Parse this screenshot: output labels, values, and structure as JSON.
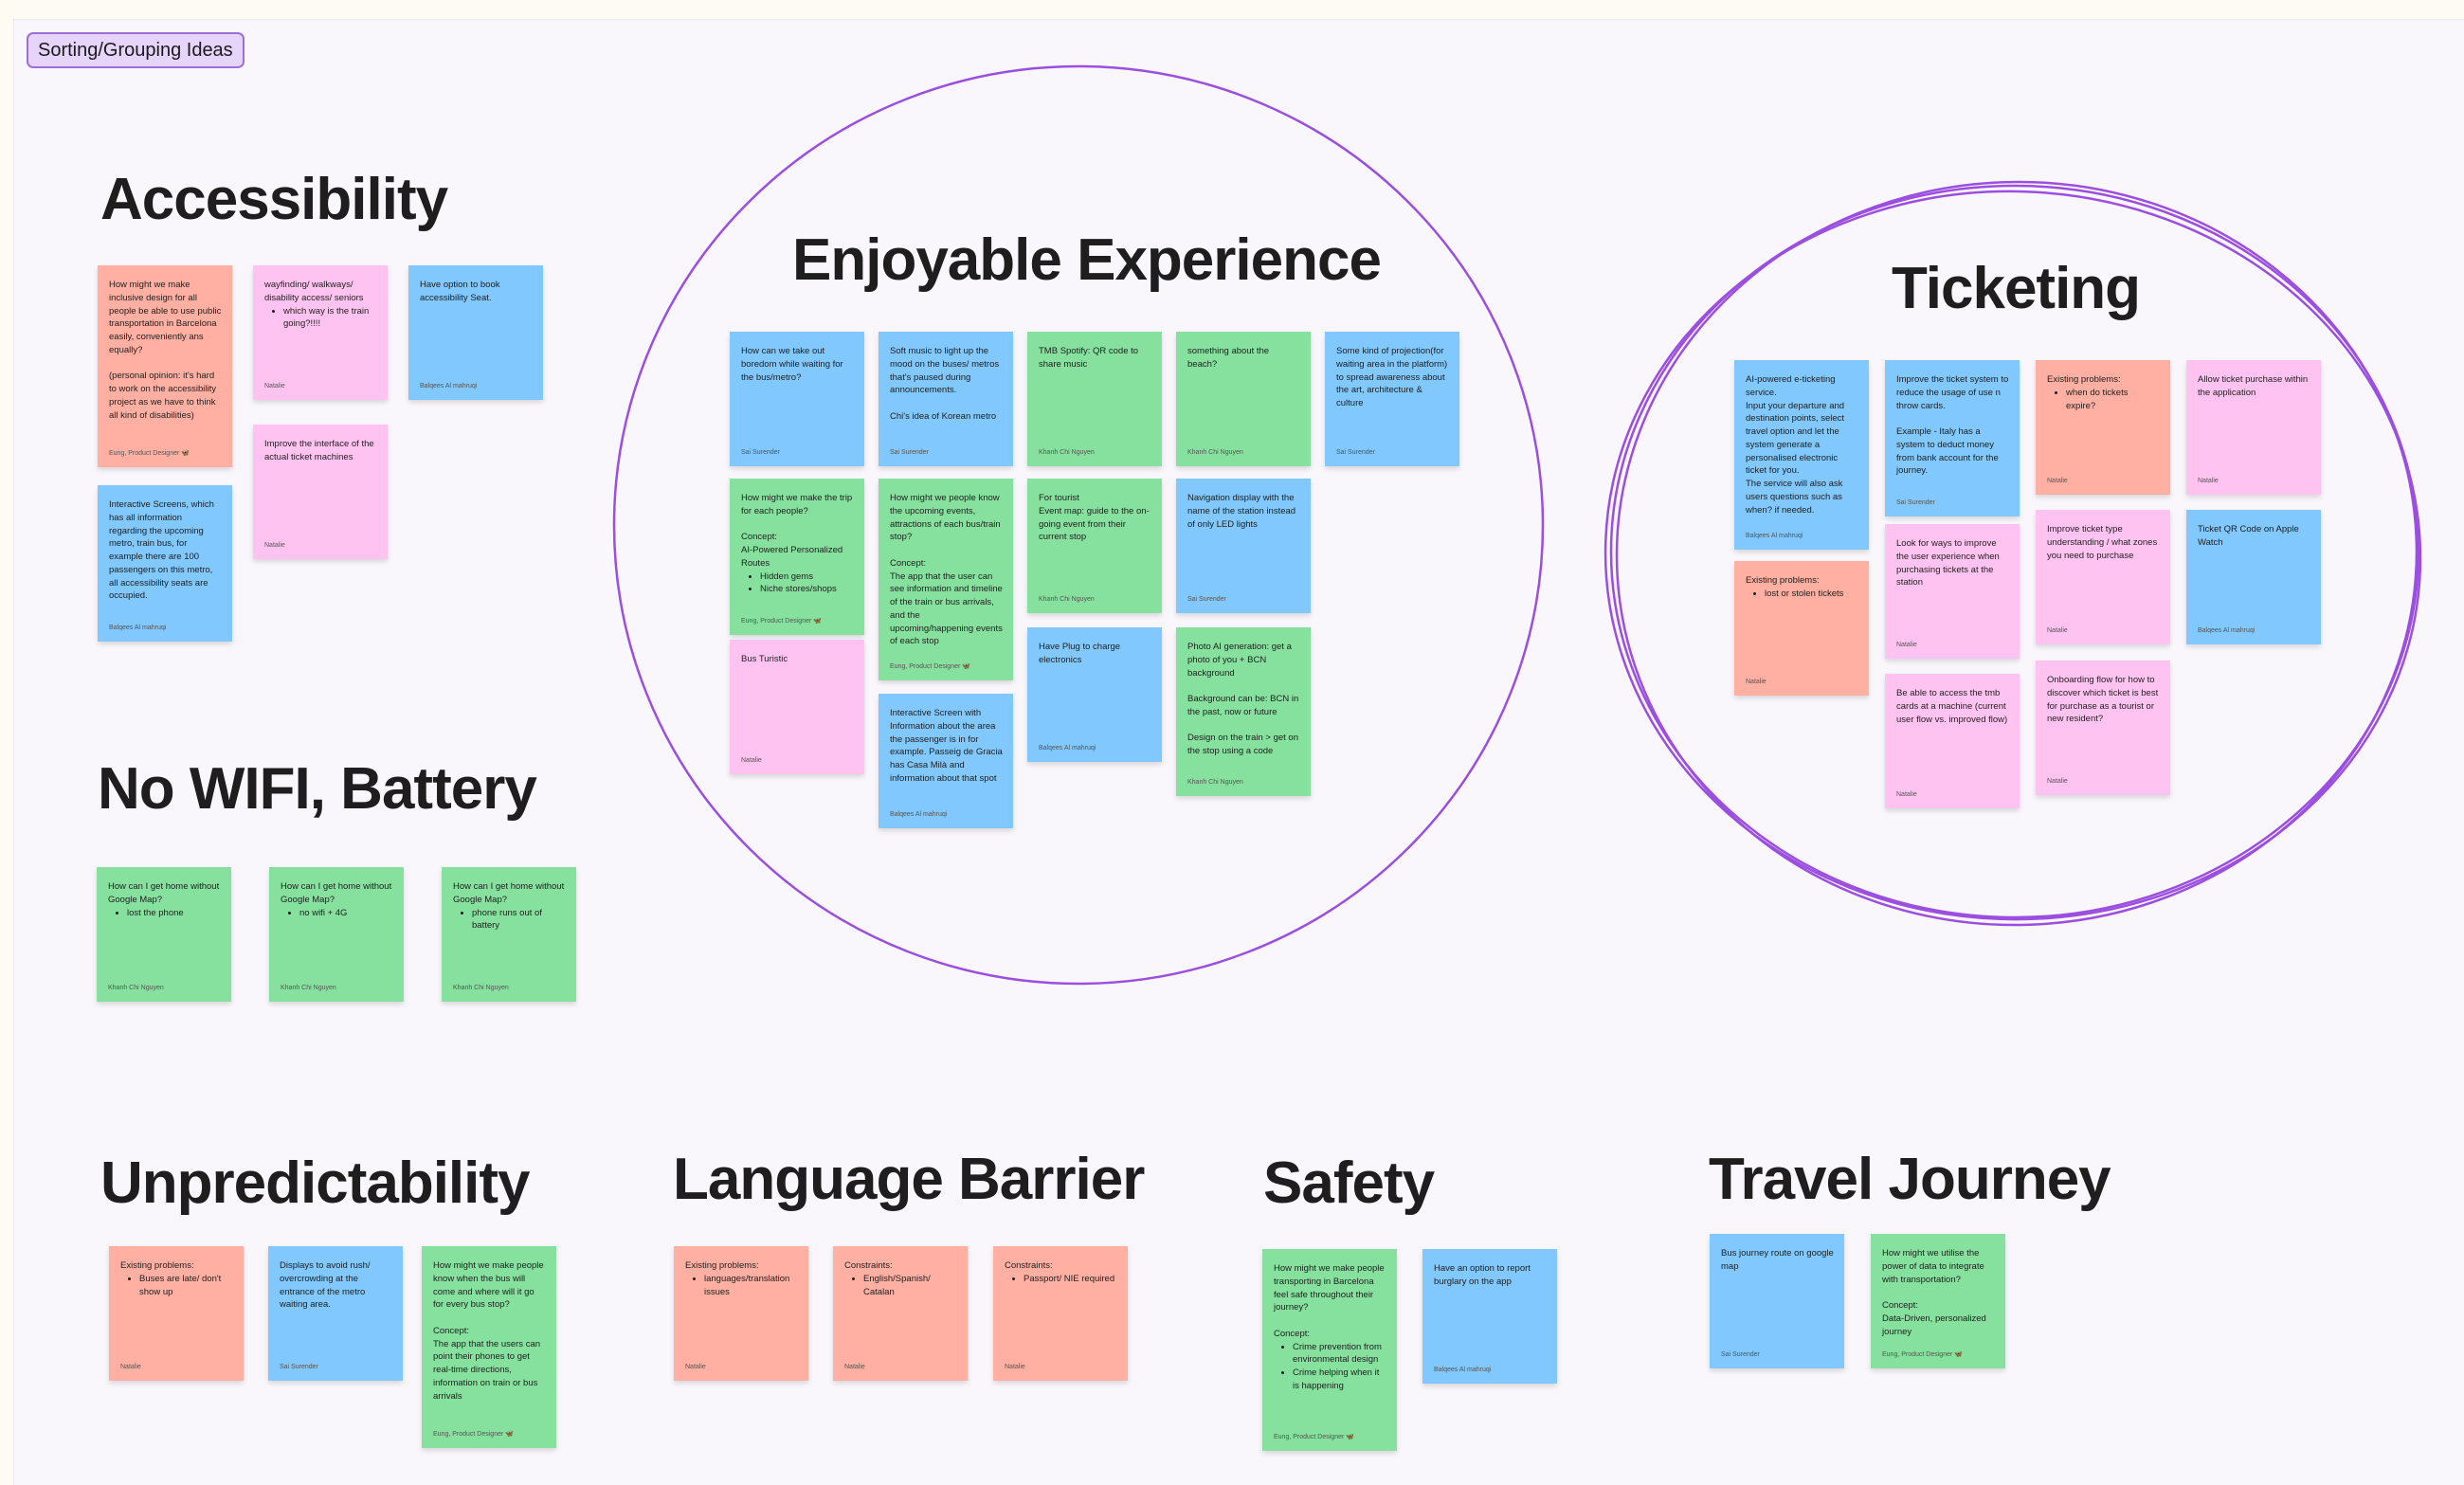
{
  "frame": {
    "label": "Sorting/Grouping Ideas"
  },
  "colors": {
    "pink": "#ffc3f1",
    "salmon": "#ffb0a2",
    "blue": "#80c8fd",
    "green": "#86e19e",
    "circle": "#9b4ee0"
  },
  "headings": {
    "accessibility": "Accessibility",
    "enjoyable": "Enjoyable Experience",
    "ticketing": "Ticketing",
    "nowifi": "No WIFI, Battery",
    "unpredictability": "Unpredictability",
    "language": "Language Barrier",
    "safety": "Safety",
    "travel": "Travel Journey"
  },
  "stickies": {
    "acc1": {
      "text": "How might we make inclusive design for all people be able to use public transportation in Barcelona easily, conveniently ans equally?\n\n(personal opinion: it's hard to work on the accessibility project as we have to think all kind of disabilities)",
      "author": "Eung, Product Designer 🦋"
    },
    "acc2": {
      "text": "wayfinding/ walkways/ disability access/ seniors",
      "bullets": [
        "which way is the train going?!!!!"
      ],
      "author": "Natalie"
    },
    "acc3": {
      "text": "Have option to book accessibility Seat.",
      "author": "Balqees Al mahruqi"
    },
    "acc4": {
      "text": "Improve the interface of the actual ticket machines",
      "author": "Natalie"
    },
    "acc5": {
      "text": "Interactive Screens, which has all information regarding the upcoming metro, train bus, for example there are 100 passengers on this metro, all accessibility seats are occupied.",
      "author": "Balqees Al mahruqi"
    },
    "enj1": {
      "text": "How can we take out boredom while waiting for the bus/metro?",
      "author": "Sai Surender"
    },
    "enj2": {
      "text": "Soft music to light up the mood on the buses/ metros that's paused during announcements.\n\nChi's idea of Korean metro",
      "author": "Sai Surender"
    },
    "enj3": {
      "text": "TMB Spotify: QR code to share music",
      "author": "Khanh Chi Nguyen"
    },
    "enj4": {
      "text": "something about the beach?",
      "author": "Khanh Chi Nguyen"
    },
    "enj5": {
      "text": "Some kind of projection(for waiting area in the platform) to spread awareness about the art, architecture & culture",
      "author": "Sai Surender"
    },
    "enj6": {
      "text": "How might we make the trip for each people?\n\nConcept:\nAI-Powered Personalized Routes",
      "bullets": [
        "Hidden gems",
        "Niche stores/shops"
      ],
      "author": "Eung, Product Designer 🦋"
    },
    "enj7": {
      "text": "How might we people know the upcoming events, attractions of each bus/train stop?\n\nConcept:\nThe app that the user can see information and timeline of the train or bus arrivals, and the upcoming/happening events of each stop",
      "author": "Eung, Product Designer 🦋"
    },
    "enj8": {
      "text": "For tourist\nEvent map: guide to the on-going event from their current stop",
      "author": "Khanh Chi Nguyen"
    },
    "enj9": {
      "text": "Navigation display with the name of the station instead of only LED lights",
      "author": "Sai Surender"
    },
    "enj10": {
      "text": "Bus Turistic",
      "author": "Natalie"
    },
    "enj11": {
      "text": "Have Plug to charge electronics",
      "author": "Balqees Al mahruqi"
    },
    "enj12": {
      "text": "Photo AI generation: get a photo of you + BCN background\n\nBackground can be: BCN in the past, now or future\n\nDesign on the train > get on the stop using a code",
      "author": "Khanh Chi Nguyen"
    },
    "enj13": {
      "text": "Interactive Screen with Information about the area the passenger is in for example. Passeig de Gracia has Casa Milà and information about that spot",
      "author": "Balqees Al mahruqi"
    },
    "tic1": {
      "text": "AI-powered e-ticketing service.\nInput your departure and destination points, select travel option and let the system generate a personalised electronic ticket for you.\nThe service will also ask users questions such as when? if needed.",
      "author": "Balqees Al mahruqi"
    },
    "tic2": {
      "text": "Improve the ticket system to reduce the usage of use n throw cards.\n\nExample - Italy has a system to deduct money from bank account for the journey.",
      "author": "Sai Surender"
    },
    "tic3": {
      "text": "Existing problems:",
      "bullets": [
        "when do tickets expire?"
      ],
      "author": "Natalie"
    },
    "tic4": {
      "text": "Allow ticket purchase within the application",
      "author": "Natalie"
    },
    "tic5": {
      "text": "Existing problems:",
      "bullets": [
        "lost or stolen tickets"
      ],
      "author": "Natalie"
    },
    "tic6": {
      "text": "Look for ways to improve the user experience when purchasing tickets at the station",
      "author": "Natalie"
    },
    "tic7": {
      "text": "Improve ticket type understanding / what zones you need to purchase",
      "author": "Natalie"
    },
    "tic8": {
      "text": "Ticket QR Code on Apple Watch",
      "author": "Balqees Al mahruqi"
    },
    "tic9": {
      "text": "Be able to access the tmb cards at a machine (current user flow vs. improved flow)",
      "author": "Natalie"
    },
    "tic10": {
      "text": "Onboarding flow for how to discover which ticket is best for purchase as a tourist or new resident?",
      "author": "Natalie"
    },
    "wifi1": {
      "text": "How can I get home without Google Map?",
      "bullets": [
        "lost the phone"
      ],
      "author": "Khanh Chi Nguyen"
    },
    "wifi2": {
      "text": "How can I get home without Google Map?",
      "bullets": [
        "no wifi + 4G"
      ],
      "author": "Khanh Chi Nguyen"
    },
    "wifi3": {
      "text": "How can I get home without Google Map?",
      "bullets": [
        "phone runs out of battery"
      ],
      "author": "Khanh Chi Nguyen"
    },
    "unp1": {
      "text": "Existing problems:",
      "bullets": [
        "Buses are late/ don't show up"
      ],
      "author": "Natalie"
    },
    "unp2": {
      "text": "Displays to avoid rush/ overcrowding at the entrance of the metro waiting area.",
      "author": "Sai Surender"
    },
    "unp3": {
      "text": "How might we make people know when the bus will come and where will it go for every bus stop?\n\nConcept:\nThe app that the users can point their phones to get real-time directions, information on train or bus arrivals",
      "author": "Eung, Product Designer 🦋"
    },
    "lang1": {
      "text": "Existing problems:",
      "bullets": [
        "languages/translation issues"
      ],
      "author": "Natalie"
    },
    "lang2": {
      "text": "Constraints:",
      "bullets": [
        "English/Spanish/ Catalan"
      ],
      "author": "Natalie"
    },
    "lang3": {
      "text": "Constraints:",
      "bullets": [
        "Passport/ NIE required"
      ],
      "author": "Natalie"
    },
    "saf1": {
      "text": "How might we make people transporting in Barcelona feel safe throughout their journey?\n\nConcept:",
      "bullets": [
        "Crime prevention from environmental design",
        "Crime helping when it is happening"
      ],
      "author": "Eung, Product Designer 🦋"
    },
    "saf2": {
      "text": "Have an option to report burglary on the app",
      "author": "Balqees Al mahruqi"
    },
    "trv1": {
      "text": "Bus journey route on google map",
      "author": "Sai Surender"
    },
    "trv2": {
      "text": "How might we utilise the power of data to integrate with transportation?\n\nConcept:\nData-Driven, personalized journey",
      "author": "Eung, Product Designer 🦋"
    }
  }
}
